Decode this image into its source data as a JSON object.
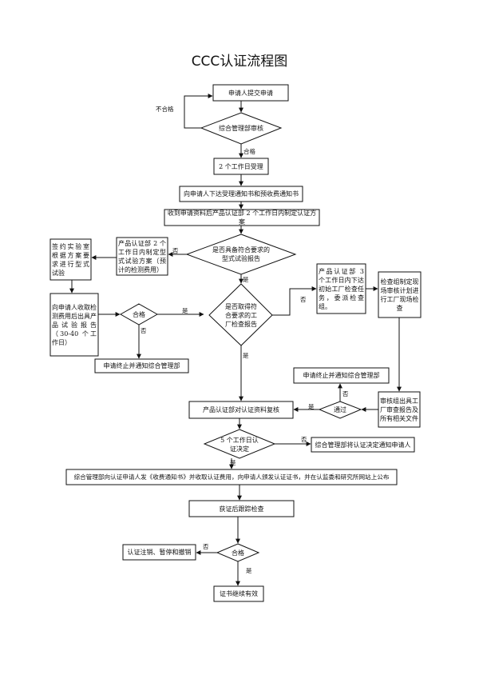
{
  "title": "CCC认证流程图",
  "nodes": {
    "apply": "申请人提交申请",
    "review": "综合管理部审核",
    "accept": "2 个工作日受理",
    "notify": "向申请人下达受理通知书和预收费通知书",
    "plan": "收到申请资料后产品认证部 2 个工作日内制定认证方案",
    "type_test_q": "是否具备符合要求的型式试验报告",
    "type_plan": "产品认证部 2 个工作日内制定型式试验方案（预计的检测费用）",
    "lab_contract": "签约实验室根据方案要求进行型式试验",
    "lab_fee": "向申请人收取检测费用后出具产品试验报告（30-40 个工作日）",
    "qualified1": "合格",
    "terminate1": "申请终止并通知综合管理部",
    "factory_q": "是否取得符合要求的工厂检查报告",
    "factory_task": "产品认证部 3 个工作日内下达初始工厂检查任务，委派检查组。",
    "factory_plan": "检查组制定现场审核计划进行工厂现场检查",
    "terminate2": "申请终止并通知综合管理部",
    "pass": "通过",
    "report": "审核组出具工厂审查报告及所有相关文件",
    "recheck": "产品认证部对认证资料复核",
    "decide": "5 个工作日认证决定",
    "notify_decision": "综合管理部将认证决定通知申请人",
    "issue": "综合管理部向认证申请人发《收费通知书》并收取认证费用，向申请人颁发认证证书，并在认监委和研究所网站上公布",
    "follow": "获证后跟踪检查",
    "qualified2": "合格",
    "cancel": "认证注销、暂停和撤销",
    "valid": "证书继续有效"
  },
  "labels": {
    "fail": "不合格",
    "ok": "合格",
    "no1": "否",
    "yes1": "是",
    "no2": "否",
    "yes2": "是",
    "yes3": "是",
    "no3": "否",
    "no4": "否",
    "yes4": "是",
    "no5": "否",
    "no6": "否",
    "yes5": "是",
    "yes6": "是"
  }
}
